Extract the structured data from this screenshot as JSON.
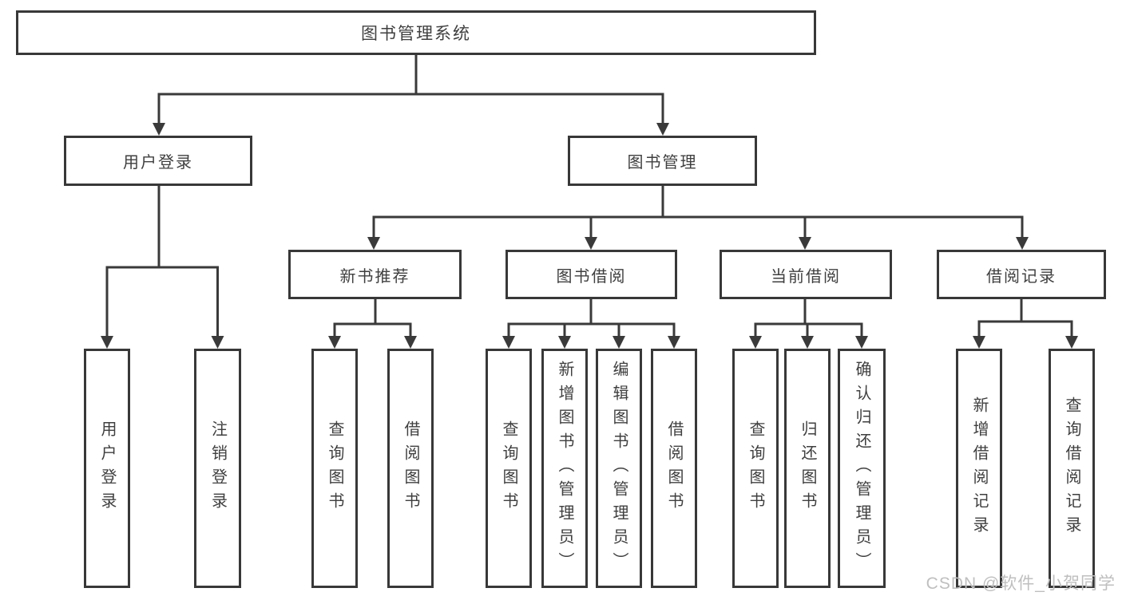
{
  "tree": {
    "root": "图书管理系统",
    "branches": [
      {
        "label": "用户登录",
        "children": [
          "用户登录",
          "注销登录"
        ]
      },
      {
        "label": "图书管理",
        "groups": [
          {
            "label": "新书推荐",
            "children": [
              "查询图书",
              "借阅图书"
            ]
          },
          {
            "label": "图书借阅",
            "children": [
              "查询图书",
              "新增图书（管理员）",
              "编辑图书（管理员）",
              "借阅图书"
            ]
          },
          {
            "label": "当前借阅",
            "children": [
              "查询图书",
              "归还图书",
              "确认归还（管理员）"
            ]
          },
          {
            "label": "借阅记录",
            "children": [
              "新增借阅记录",
              "查询借阅记录"
            ]
          }
        ]
      }
    ]
  },
  "watermark": {
    "text": "CSDN @软件_小贺同学"
  },
  "colors": {
    "line": "#3a3a3a",
    "border": "#383838",
    "text": "#3f3f3f",
    "background": "#ffffff",
    "watermark": "#bfbfbf"
  }
}
